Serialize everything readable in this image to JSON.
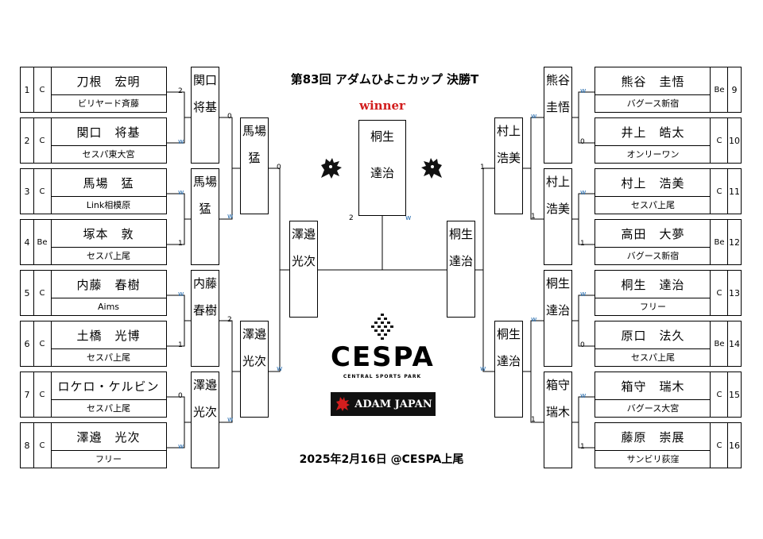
{
  "title": "第83回 アダムひよこカップ 決勝T",
  "date_venue": "2025年2月16日 @CESPA上尾",
  "winner_label": "winner",
  "champion": {
    "top": "桐生",
    "bottom": "達治"
  },
  "sponsor_logo": {
    "name": "CESPA",
    "sub": "CENTRAL SPORTS PARK"
  },
  "sponsor_banner": "ADAM JAPAN",
  "left_players": [
    {
      "seed": "1",
      "class": "C",
      "name": "刀根　宏明",
      "club": "ビリヤード斉藤"
    },
    {
      "seed": "2",
      "class": "C",
      "name": "関口　将基",
      "club": "セスパ東大宮"
    },
    {
      "seed": "3",
      "class": "C",
      "name": "馬場　猛",
      "club": "Link相模原"
    },
    {
      "seed": "4",
      "class": "Be",
      "name": "塚本　敦",
      "club": "セスパ上尾"
    },
    {
      "seed": "5",
      "class": "C",
      "name": "内藤　春樹",
      "club": "Aims"
    },
    {
      "seed": "6",
      "class": "C",
      "name": "土橋　光博",
      "club": "セスパ上尾"
    },
    {
      "seed": "7",
      "class": "C",
      "name": "ロケロ・ケルビン",
      "club": "セスパ上尾"
    },
    {
      "seed": "8",
      "class": "C",
      "name": "澤邉　光次",
      "club": "フリー"
    }
  ],
  "right_players": [
    {
      "seed": "9",
      "class": "Be",
      "name": "熊谷　圭悟",
      "club": "バグース新宿"
    },
    {
      "seed": "10",
      "class": "C",
      "name": "井上　皓太",
      "club": "オンリーワン"
    },
    {
      "seed": "11",
      "class": "C",
      "name": "村上　浩美",
      "club": "セスパ上尾"
    },
    {
      "seed": "12",
      "class": "Be",
      "name": "高田　大夢",
      "club": "バグース新宿"
    },
    {
      "seed": "13",
      "class": "C",
      "name": "桐生　達治",
      "club": "フリー"
    },
    {
      "seed": "14",
      "class": "Be",
      "name": "原口　法久",
      "club": "セスパ上尾"
    },
    {
      "seed": "15",
      "class": "C",
      "name": "箱守　瑞木",
      "club": "バグース大宮"
    },
    {
      "seed": "16",
      "class": "C",
      "name": "藤原　崇展",
      "club": "サンビリ荻窪"
    }
  ],
  "left_r1": [
    {
      "top": "関口",
      "bottom": "将基"
    },
    {
      "top": "馬場",
      "bottom": "猛"
    },
    {
      "top": "内藤",
      "bottom": "春樹"
    },
    {
      "top": "澤邉",
      "bottom": "光次"
    }
  ],
  "left_r2": [
    {
      "top": "馬場",
      "bottom": "猛"
    },
    {
      "top": "澤邉",
      "bottom": "光次"
    }
  ],
  "left_semi": {
    "top": "澤邉",
    "bottom": "光次"
  },
  "right_r1": [
    {
      "top": "熊谷",
      "bottom": "圭悟"
    },
    {
      "top": "村上",
      "bottom": "浩美"
    },
    {
      "top": "桐生",
      "bottom": "達治"
    },
    {
      "top": "箱守",
      "bottom": "瑞木"
    }
  ],
  "right_r2": [
    {
      "top": "村上",
      "bottom": "浩美"
    },
    {
      "top": "桐生",
      "bottom": "達治"
    }
  ],
  "right_semi": {
    "top": "桐生",
    "bottom": "達治"
  },
  "scores": {
    "l1": [
      "2",
      "w"
    ],
    "l2": [
      "w",
      "1"
    ],
    "l3": [
      "w",
      "1"
    ],
    "l4": [
      "0",
      "w"
    ],
    "l5": [
      "0",
      "w"
    ],
    "l6": [
      "2",
      "w"
    ],
    "l7": [
      "0",
      "w"
    ],
    "r1": [
      "w",
      "0"
    ],
    "r2": [
      "w",
      "1"
    ],
    "r3": [
      "w",
      "0"
    ],
    "r4": [
      "w",
      "1"
    ],
    "r5": [
      "w",
      "1"
    ],
    "r6": [
      "w",
      "1"
    ],
    "r7": [
      "1",
      "w"
    ],
    "final": [
      "2",
      "w"
    ]
  },
  "colors": {
    "accent_red": "#d21e1e",
    "score_blue": "#2a6fb0",
    "line": "#000000"
  }
}
